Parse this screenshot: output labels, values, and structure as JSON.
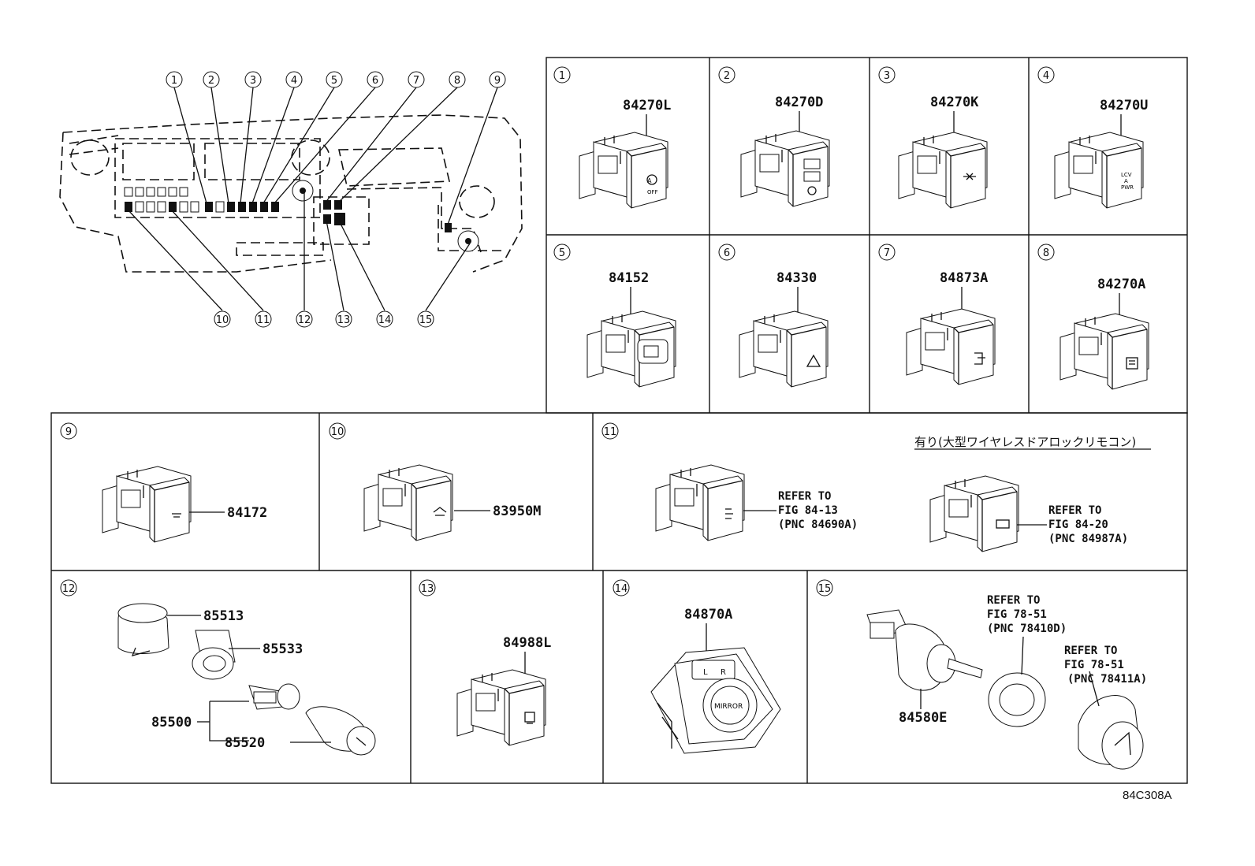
{
  "figure_code": "84C308A",
  "overview_callouts": [
    "1",
    "2",
    "3",
    "4",
    "5",
    "6",
    "7",
    "8",
    "9",
    "10",
    "11",
    "12",
    "13",
    "14",
    "15"
  ],
  "panels": [
    {
      "no": "1",
      "parts": [
        "84270L"
      ]
    },
    {
      "no": "2",
      "parts": [
        "84270D"
      ]
    },
    {
      "no": "3",
      "parts": [
        "84270K"
      ]
    },
    {
      "no": "4",
      "parts": [
        "84270U"
      ]
    },
    {
      "no": "5",
      "parts": [
        "84152"
      ]
    },
    {
      "no": "6",
      "parts": [
        "84330"
      ]
    },
    {
      "no": "7",
      "parts": [
        "84873A"
      ]
    },
    {
      "no": "8",
      "parts": [
        "84270A"
      ]
    },
    {
      "no": "9",
      "parts": [
        "84172"
      ]
    },
    {
      "no": "10",
      "parts": [
        "83950M"
      ]
    },
    {
      "no": "11",
      "parts": [],
      "note": "有り(大型ワイヤレスドアロックリモコン)",
      "refs": [
        [
          "REFER TO",
          "FIG 84-13",
          "(PNC 84690A)"
        ],
        [
          "REFER TO",
          "FIG 84-20",
          "(PNC 84987A)"
        ]
      ]
    },
    {
      "no": "12",
      "parts": [
        "85513",
        "85533",
        "85500",
        "85520"
      ]
    },
    {
      "no": "13",
      "parts": [
        "84988L"
      ]
    },
    {
      "no": "14",
      "parts": [
        "84870A"
      ]
    },
    {
      "no": "15",
      "parts": [
        "84580E"
      ],
      "refs": [
        [
          "REFER TO",
          "FIG 78-51",
          "(PNC 78410D)"
        ],
        [
          "REFER TO",
          "FIG 78-51",
          "(PNC 78411A)"
        ]
      ]
    }
  ],
  "switch_labels": {
    "p1": "OFF",
    "p4a": "LCV",
    "p4b": "A",
    "p4c": "PWR",
    "p14": "MIRROR",
    "p14a": "L",
    "p14b": "R"
  }
}
